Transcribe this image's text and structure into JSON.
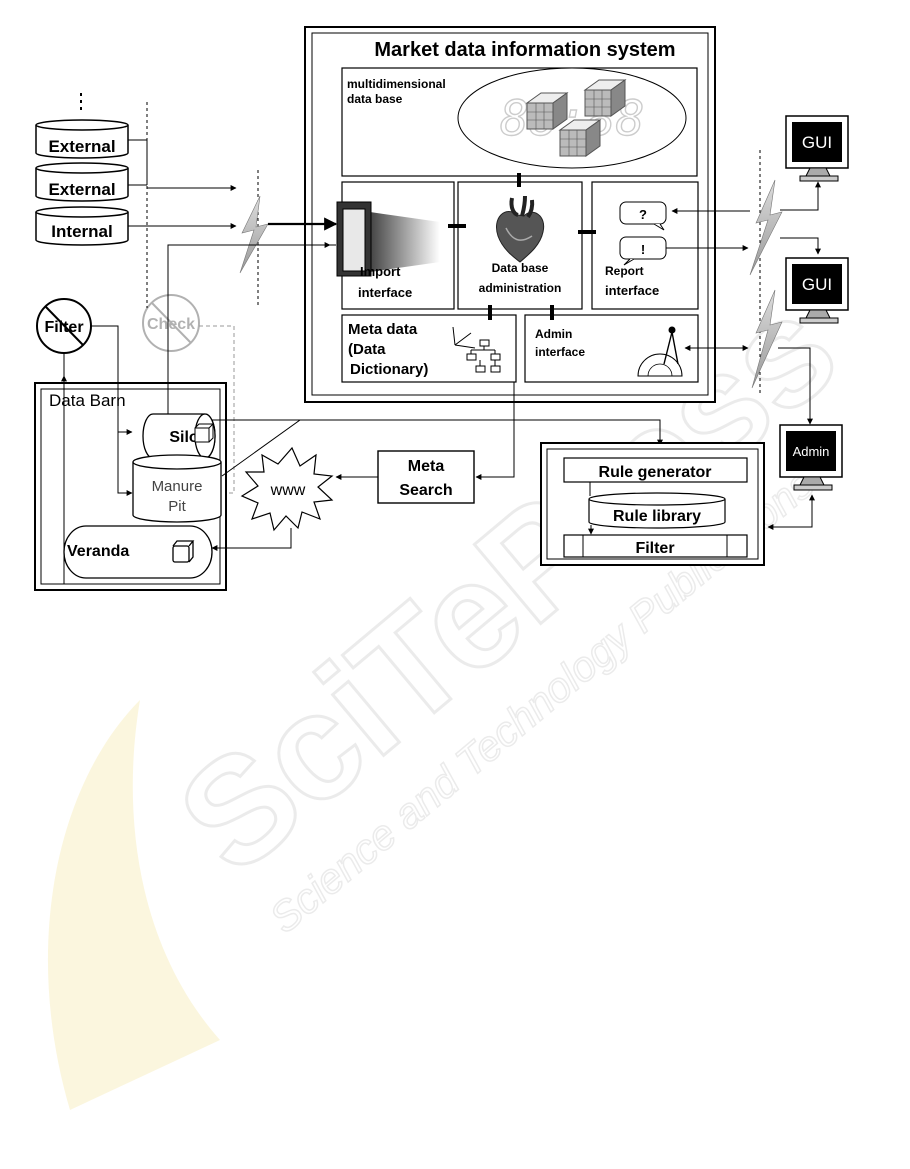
{
  "system_title": "Market data information system",
  "mddb": {
    "label_line1": "multidimensional",
    "label_line2": "data base"
  },
  "sources": {
    "external_1": "External",
    "external_2": "External",
    "internal": "Internal"
  },
  "import": {
    "line1": "Import",
    "line2": "interface"
  },
  "dba": {
    "line1": "Data base",
    "line2": "administration"
  },
  "report": {
    "line1": "Report",
    "line2": "interface",
    "question": "?",
    "exclaim": "!"
  },
  "meta": {
    "line1": "Meta data",
    "line2": "(Data",
    "line3": "Dictionary)"
  },
  "admin_if": {
    "line1": "Admin",
    "line2": "interface"
  },
  "filter_sign": "Filter",
  "check_sign": "Check",
  "data_barn": {
    "title": "Data Barn",
    "silo": "Silo",
    "manure_line1": "Manure",
    "manure_line2": "Pit",
    "veranda": "Veranda"
  },
  "meta_search": {
    "line1": "Meta",
    "line2": "Search"
  },
  "www": "www",
  "rules": {
    "generator": "Rule generator",
    "library": "Rule library",
    "filter": "Filter"
  },
  "terminals": {
    "gui_1": "GUI",
    "gui_2": "GUI",
    "admin": "Admin"
  },
  "watermark": {
    "main": "SciTePress",
    "sub": "Science and Technology Publications"
  }
}
